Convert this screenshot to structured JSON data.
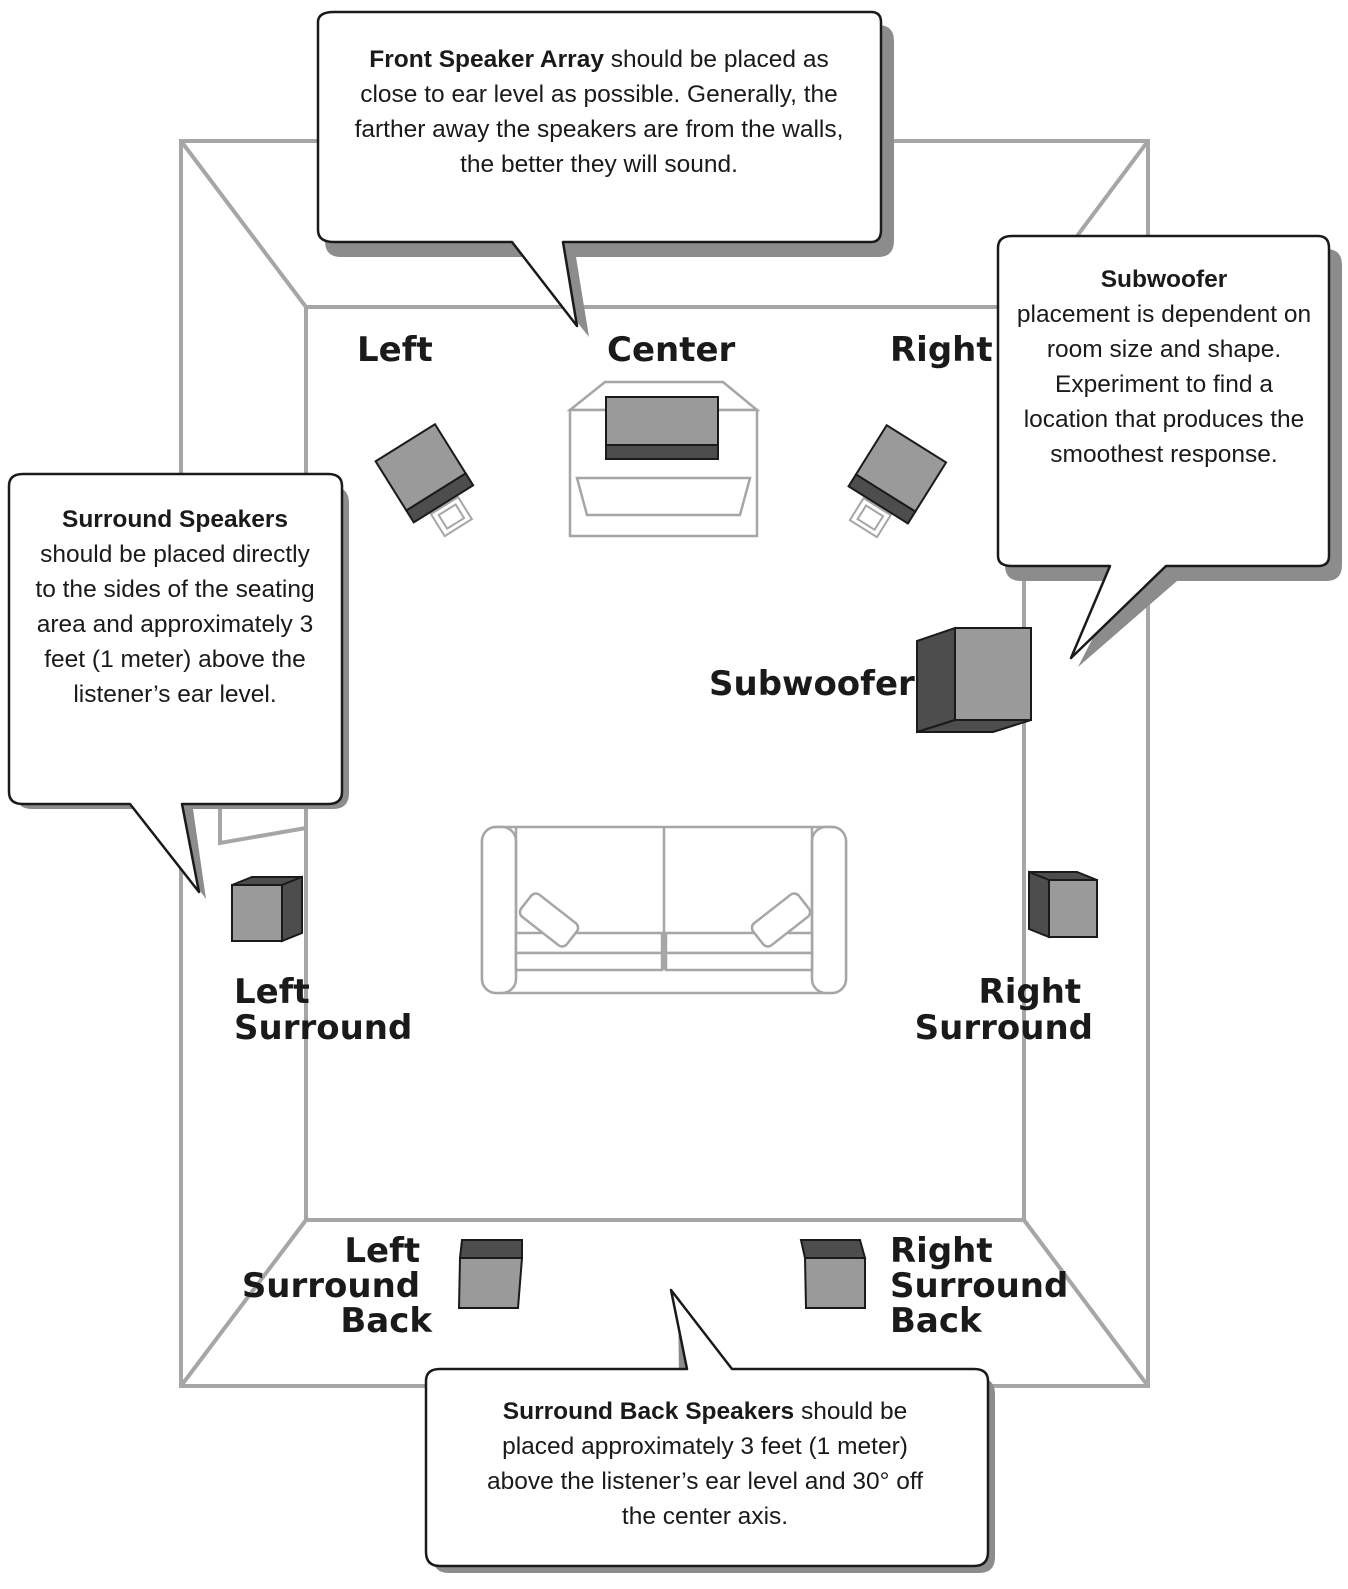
{
  "labels": {
    "left": "Left",
    "center": "Center",
    "right": "Right",
    "subwoofer": "Subwoofer",
    "left_surround": [
      "Left",
      "Surround"
    ],
    "right_surround": [
      "Right",
      "Surround"
    ],
    "left_surround_back": [
      "Left",
      "Surround",
      "Back"
    ],
    "right_surround_back": [
      "Right",
      "Surround",
      "Back"
    ]
  },
  "callouts": {
    "front": {
      "bold": "Front Speaker Array",
      "text": " should be placed as close to ear level as possible. Generally, the farther away the speakers are from the walls, the better they will sound."
    },
    "subwoofer": {
      "bold": "Subwoofer",
      "text": "placement is dependent on room size and shape. Experiment to find a location that produces the smoothest response."
    },
    "surround": {
      "bold": "Surround Speakers",
      "text": "should be placed directly to the sides of the seating area and approximately 3 feet (1 meter) above the listener’s ear level."
    },
    "surround_back": {
      "bold": "Surround Back Speakers",
      "text": " should be placed approximately 3 feet (1 meter) above the listener’s ear level and 30° off the center axis."
    }
  },
  "colors": {
    "wall": "#a6a6a6",
    "speaker_light": "#9a9a9a",
    "speaker_dark": "#4d4d4d",
    "shadow": "#8c8c8c",
    "outline": "#1a1a1a"
  }
}
